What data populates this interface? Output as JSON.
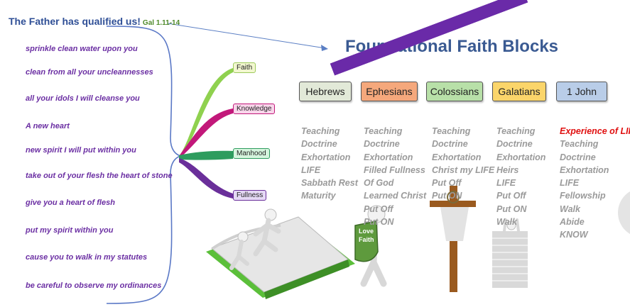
{
  "header": {
    "title": "The Father has qualified us!",
    "title_ref": "Gal 1.11-14",
    "main_heading": "Foundational Faith Blocks"
  },
  "verses": [
    "sprinkle clean water upon you",
    "clean from all your uncleannesses",
    "all your idols I will cleanse you",
    "A new heart",
    "new spirit I will put within you",
    "take out of your flesh the heart of stone",
    "give you a heart of flesh",
    "put my spirit within you",
    "cause you to walk in my statutes",
    "be careful to observe my ordinances"
  ],
  "branches": [
    {
      "label": "Faith",
      "color": "#8fd14f",
      "fill": "#f2f7d0"
    },
    {
      "label": "Knowledge",
      "color": "#c2187a",
      "fill": "#f8d5ea"
    },
    {
      "label": "Manhood",
      "color": "#2e9c5e",
      "fill": "#d6f5de"
    },
    {
      "label": "Fullness",
      "color": "#6a2f9a",
      "fill": "#e5d9f5"
    }
  ],
  "books": [
    {
      "name": "Hebrews",
      "fill": "#e2e9d8"
    },
    {
      "name": "Ephesians",
      "fill": "#f5a87c"
    },
    {
      "name": "Colossians",
      "fill": "#b8e0a8"
    },
    {
      "name": "Galatians",
      "fill": "#fbd56a"
    },
    {
      "name": "1 John",
      "fill": "#b9cde8"
    }
  ],
  "columns": [
    [
      "Teaching",
      "Doctrine",
      "Exhortation",
      "LIFE",
      "Sabbath Rest",
      "Maturity"
    ],
    [
      "Teaching",
      "Doctrine",
      "Exhortation",
      "Filled Fullness",
      "Of God",
      "Learned Christ",
      "Put Off",
      "Put ON"
    ],
    [
      "Teaching",
      "Doctrine",
      "Exhortation",
      "Christ my LIFE",
      "Put Off",
      "Put ON"
    ],
    [
      "Teaching",
      "Doctrine",
      "Exhortation",
      "Heirs",
      "LIFE",
      "Put Off",
      "Put ON",
      "Walk"
    ],
    [
      "Experience of LIFE",
      "Teaching",
      "Doctrine",
      "Exhortation",
      "LIFE",
      "Fellowship",
      "Walk",
      "Abide",
      "KNOW"
    ]
  ],
  "shield_text": [
    "Love",
    "Faith"
  ],
  "colors": {
    "title": "#2f4f96",
    "verse": "#6b2fa3",
    "heading": "#3a5a92",
    "brace": "#5a78c6",
    "diagonal_bar": "#6a2aa8",
    "column_text": "#9a9a9a",
    "highlight": "#e01010"
  }
}
